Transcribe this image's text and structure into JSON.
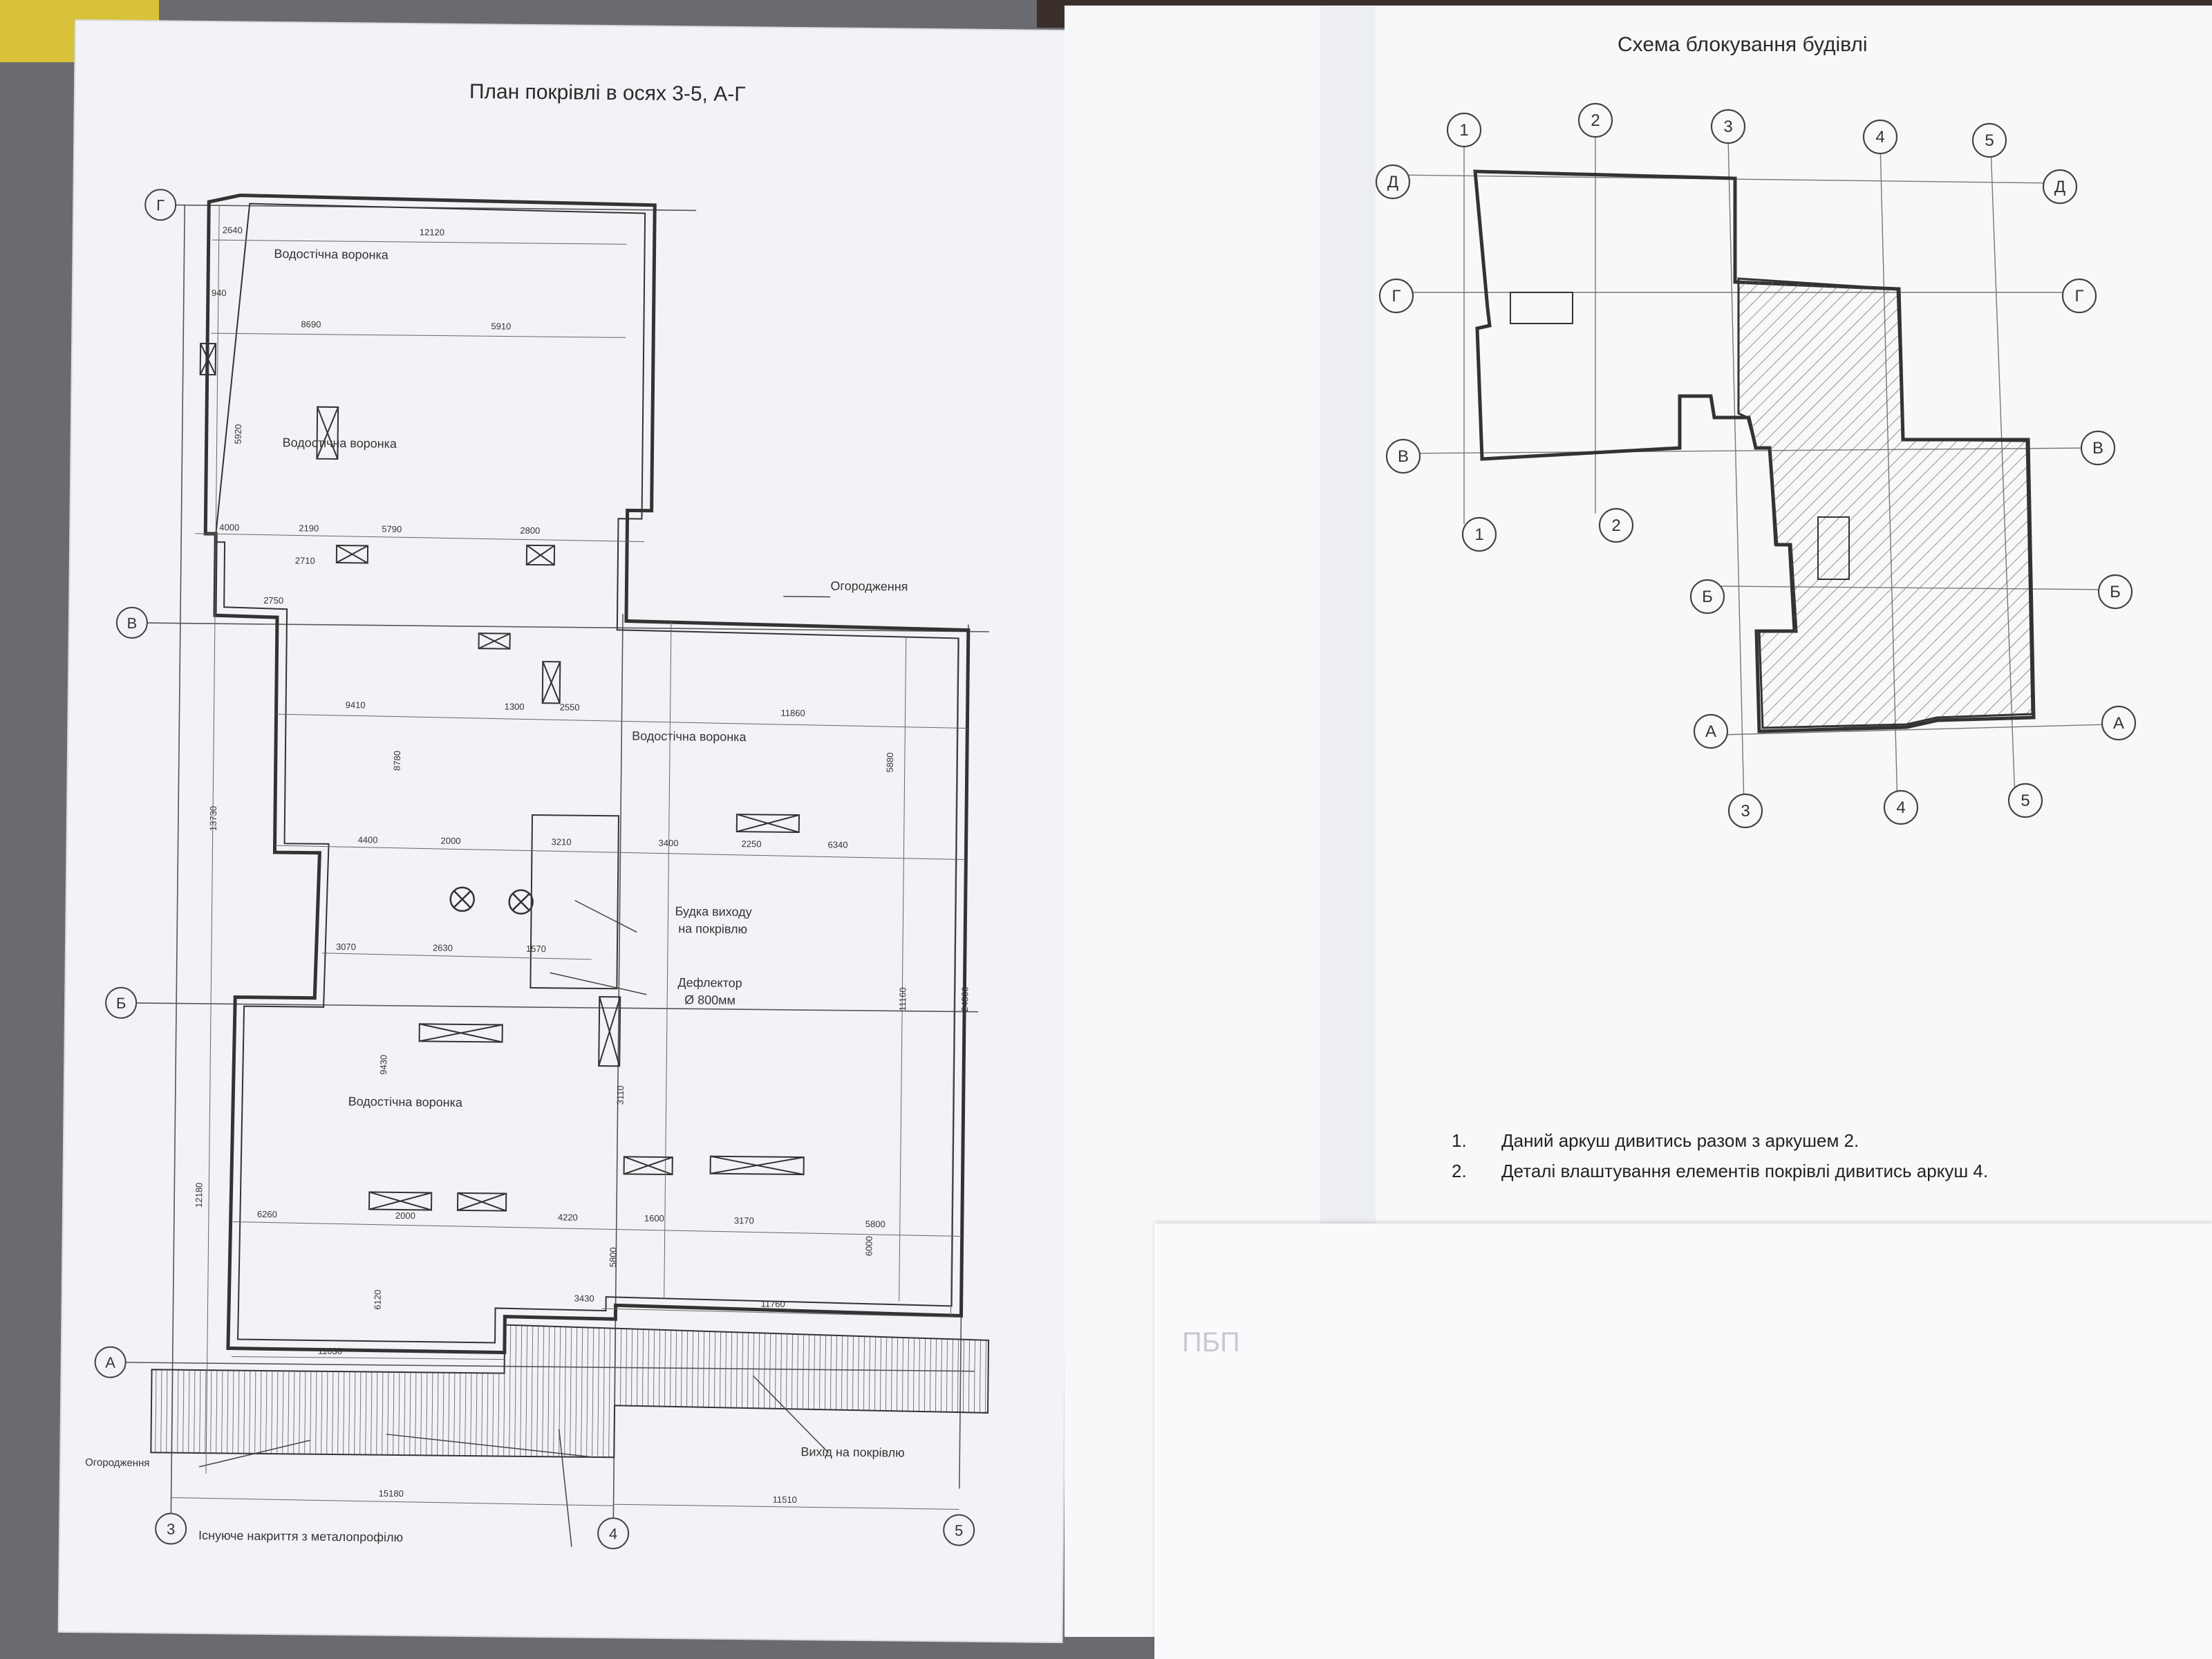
{
  "left_sheet": {
    "title": "План покрівлі в осях 3-5, А-Г",
    "axes_rows": [
      "Г",
      "В",
      "Б",
      "А"
    ],
    "axes_cols": [
      "3",
      "4",
      "5"
    ],
    "labels": {
      "funnel_1": "Водостічна воронка",
      "funnel_2": "Водостічна воронка",
      "funnel_3": "Водостічна воронка",
      "funnel_4": "Водостічна воронка",
      "fence_top": "Огородження",
      "fence_bottom": "Огородження",
      "exit_booth_1": "Будка виходу",
      "exit_booth_2": "на покрівлю",
      "deflector_1": "Дефлектор",
      "deflector_2": "Ø 800мм",
      "roof_exit": "Вихід на покрівлю",
      "existing_cover": "Існуюче накриття з металопрофілю"
    },
    "dimensions": {
      "d_2640": "2640",
      "d_12120": "12120",
      "d_940": "940",
      "d_8690": "8690",
      "d_5910": "5910",
      "d_4000": "4000",
      "d_2190": "2190",
      "d_5790": "5790",
      "d_2800": "2800",
      "d_2710": "2710",
      "d_2750": "2750",
      "d_9410": "9410",
      "d_1300": "1300",
      "d_2550": "2550",
      "d_11860": "11860",
      "d_4400": "4400",
      "d_2000": "2000",
      "d_3210": "3210",
      "d_3400": "3400",
      "d_2250": "2250",
      "d_6340": "6340",
      "d_3070": "3070",
      "d_2630": "2630",
      "d_1570": "1570",
      "d_6260": "6260",
      "d_2000b": "2000",
      "d_1600": "1600",
      "d_3170": "3170",
      "d_5800": "5800",
      "d_4220": "4220",
      "d_3430": "3430",
      "d_11760": "11760",
      "d_11030": "11030",
      "d_15180": "15180",
      "d_11510": "11510",
      "d_24300": "24300",
      "d_11160": "11160",
      "d_13730": "13730",
      "d_12180": "12180",
      "d_5920": "5920",
      "d_8780": "8780",
      "d_9430": "9430",
      "d_6120": "6120",
      "d_3110": "3110",
      "d_5880": "5880",
      "d_6000": "6000",
      "d_5800v": "5800"
    }
  },
  "right_sheet": {
    "title": "Схема блокування будівлі",
    "axes_cols_top": [
      "1",
      "2",
      "3",
      "4",
      "5"
    ],
    "axes_rows_left": [
      "Д",
      "Г",
      "В",
      "Б",
      "А"
    ],
    "axes_rows_right": [
      "Д",
      "Г",
      "В",
      "Б",
      "А"
    ],
    "axes_cols_bottom_upper": [
      "1",
      "2"
    ],
    "axes_cols_bottom_lower": [
      "3",
      "4",
      "5"
    ],
    "notes": [
      {
        "num": "1.",
        "text": "Даний аркуш дивитись разом з аркушем 2."
      },
      {
        "num": "2.",
        "text": "Деталі влаштування елементів покрівлі дивитись аркуш 4."
      }
    ]
  },
  "pen_mark": "ПБП",
  "colors": {
    "paper": "#f2f3f6",
    "ink": "#2b2b2b",
    "background": "#6b6a6f"
  }
}
